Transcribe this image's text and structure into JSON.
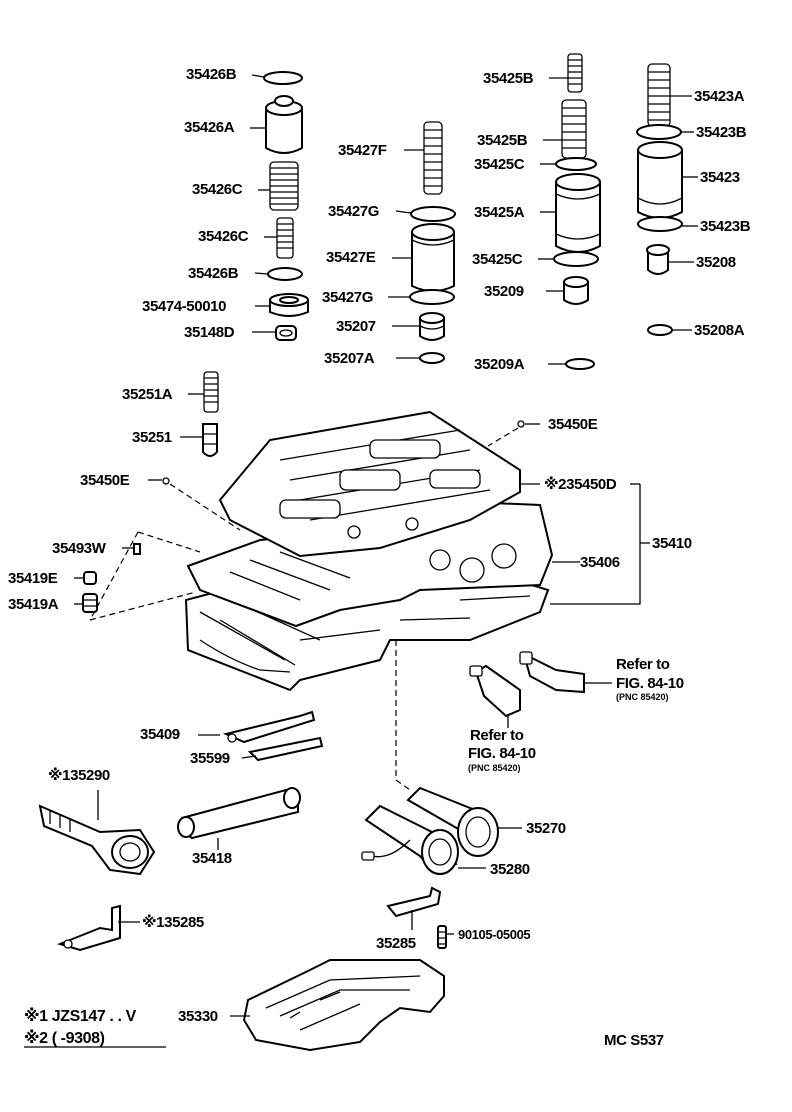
{
  "parts": {
    "p35426B_top": "35426B",
    "p35426A": "35426A",
    "p35426C_a": "35426C",
    "p35426C_b": "35426C",
    "p35426B_bot": "35426B",
    "p35474": "35474-50010",
    "p35148D": "35148D",
    "p35427F": "35427F",
    "p35427G_top": "35427G",
    "p35427E": "35427E",
    "p35427G_bot": "35427G",
    "p35207": "35207",
    "p35207A": "35207A",
    "p35425B_top": "35425B",
    "p35425B_b": "35425B",
    "p35425C_top": "35425C",
    "p35425A": "35425A",
    "p35425C_bot": "35425C",
    "p35209": "35209",
    "p35209A": "35209A",
    "p35423A": "35423A",
    "p35423B_top": "35423B",
    "p35423": "35423",
    "p35423B_bot": "35423B",
    "p35208": "35208",
    "p35208A": "35208A",
    "p35251A": "35251A",
    "p35251": "35251",
    "p35450E_a": "35450E",
    "p35450E_b": "35450E",
    "p35450D": "※235450D",
    "p35410": "35410",
    "p35406": "35406",
    "p35493W": "35493W",
    "p35419E": "35419E",
    "p35419A": "35419A",
    "p35409": "35409",
    "p35599": "35599",
    "p135290": "※135290",
    "p35418": "35418",
    "p35270": "35270",
    "p35280": "35280",
    "p135285": "※135285",
    "p35285": "35285",
    "p90105": "90105-05005",
    "p35330": "35330"
  },
  "refs": {
    "ref1_a": "Refer to",
    "ref1_b": "FIG. 84-10",
    "ref1_c": "(PNC 85420)",
    "ref2_a": "Refer to",
    "ref2_b": "FIG. 84-10",
    "ref2_c": "(PNC 85420)"
  },
  "notes": {
    "note1": "※1 JZS147 . . V",
    "note2": "※2 (      -9308)"
  },
  "code": "MC S537"
}
